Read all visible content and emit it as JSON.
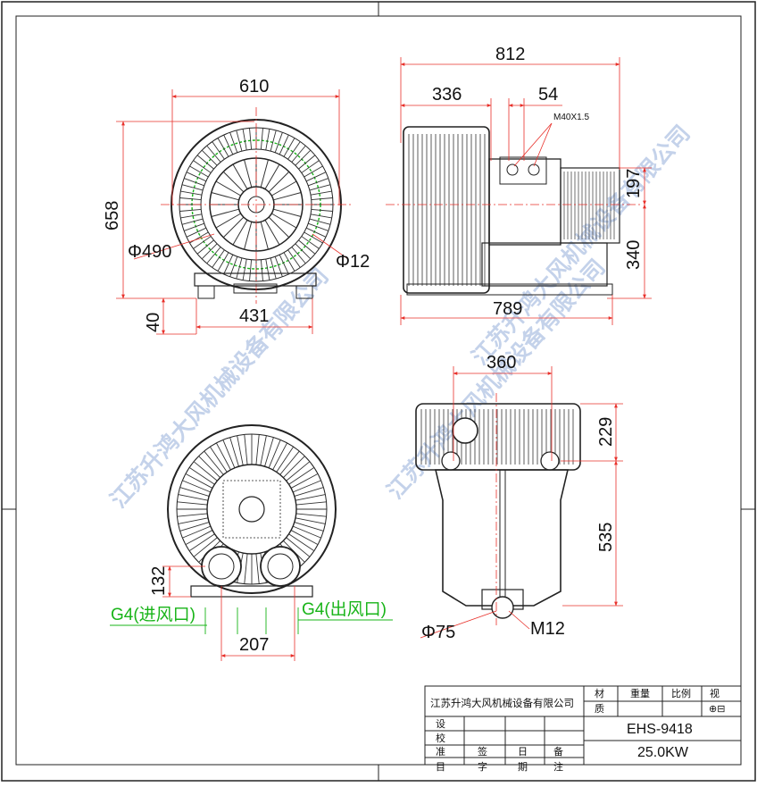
{
  "dimensions": {
    "front_width": "610",
    "front_height": "658",
    "front_circle": "Φ490",
    "front_hole": "Φ12",
    "front_foot_height": "40",
    "front_foot_span": "431",
    "side_total": "812",
    "side_336": "336",
    "side_54": "54",
    "side_thread": "M40X1.5",
    "side_197": "197",
    "side_340": "340",
    "side_789": "789",
    "bottom_360": "360",
    "bottom_229": "229",
    "bottom_535": "535",
    "bottom_d75": "Φ75",
    "bottom_m12": "M12",
    "rear_132": "132",
    "rear_207": "207"
  },
  "ports": {
    "inlet": "G4(进风口)",
    "outlet": "G4(出风口)"
  },
  "watermarks": [
    "江苏升鸿大风机械设备有限公司",
    "江苏升鸿大风机械设备有限公司",
    "江苏升鸿大风机械设备有限公司"
  ],
  "title_block": {
    "company": "江苏升鸿大风机械设备有限公司",
    "material_1": "材",
    "material_2": "质",
    "weight": "重量",
    "scale": "比例",
    "view": "视",
    "view_symbol": "⊕⊟",
    "design": "设",
    "check": "校",
    "approve": "准",
    "sign": "签",
    "date": "日",
    "remark": "备",
    "row_item": "目",
    "row_char": "字",
    "row_period": "期",
    "row_note": "注",
    "model": "EHS-9418",
    "power": "25.0KW"
  },
  "colors": {
    "dimension": "#e8302a",
    "green": "#18b418",
    "watermark": "#7d9cd2",
    "ink": "#1a1a1a"
  }
}
